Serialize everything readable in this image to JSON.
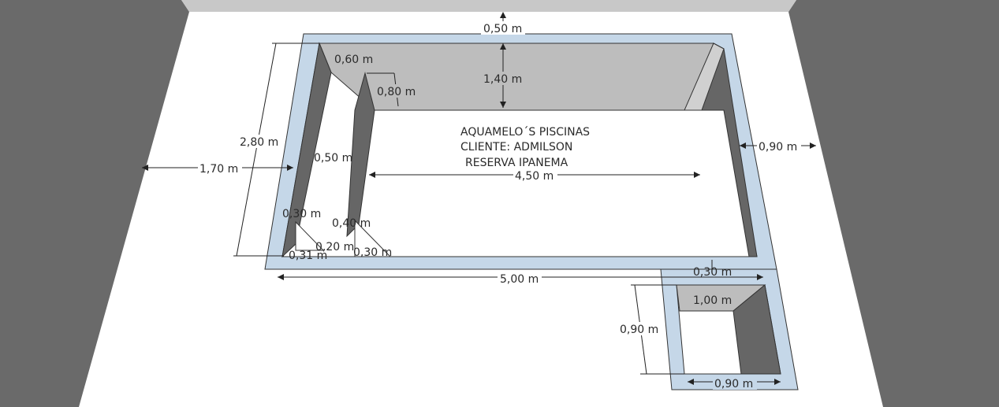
{
  "title": {
    "line1": "AQUAMELO´S PISCINAS",
    "line2": "CLIENTE: ADMILSON",
    "line3": "RESERVA IPANEMA"
  },
  "dimensions": {
    "top_margin": "0,50 m",
    "step_top_width": "0,60 m",
    "step_depth": "0,80 m",
    "wall_height": "1,40 m",
    "pool_width": "2,80 m",
    "left_margin": "1,70 m",
    "step_width": "0,50 m",
    "pool_inner_length": "4,50 m",
    "right_margin": "0,90 m",
    "stair_30": "0,30 m",
    "stair_40": "0,40 m",
    "stair_31": "0,31 m",
    "stair_20": "0,20 m",
    "stair_30b": "0,30 m",
    "pool_length": "5,00 m",
    "gap_30": "0,30 m",
    "small_pool_length": "1,00 m",
    "small_pool_depth": "0,90 m",
    "small_pool_width": "0,90 m"
  },
  "colors": {
    "background": "#ffffff",
    "side_walls": "#6a6a6a",
    "top_wall": "#bdbdbd",
    "coping": "#c5d7e8",
    "pool_inner": "#555555",
    "floor": "#ffffff"
  }
}
